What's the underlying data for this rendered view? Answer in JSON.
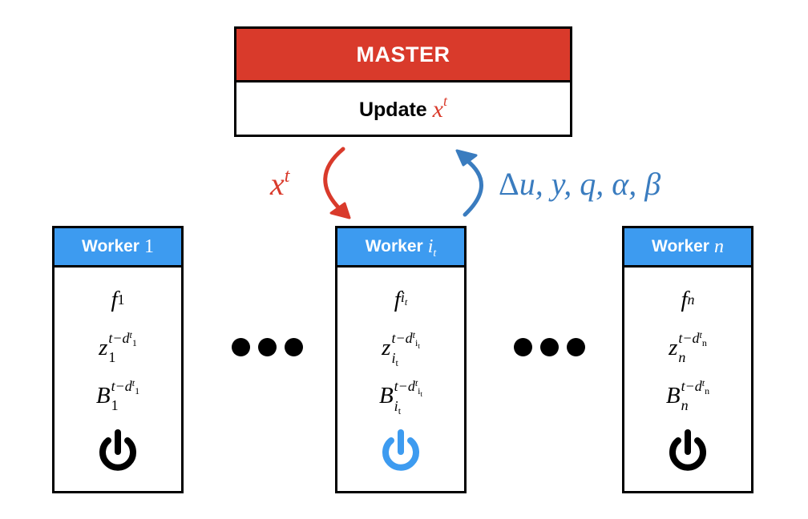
{
  "colors": {
    "master_header": "#d93a2b",
    "worker_header": "#3d9bf0",
    "down_arrow": "#d93a2b",
    "up_arrow": "#3a7cbf",
    "active_power": "#3d9bf0"
  },
  "master": {
    "title": "MASTER",
    "update_text": "Update",
    "update_var": "x",
    "update_sup": "t"
  },
  "arrows": {
    "down": {
      "label": "x",
      "sup": "t"
    },
    "up": {
      "label_delta": "Δ",
      "label_rest": "u, y, q, α, β"
    }
  },
  "workers": [
    {
      "header": "Worker",
      "index": "1",
      "f": "f",
      "f_sub": "1",
      "z": "z",
      "z_sub": "1",
      "b": "B",
      "b_sub": "1",
      "exp": "t−d",
      "exp_sup": "t",
      "exp_sub": "1",
      "power_icon": "power-icon",
      "active": false
    },
    {
      "header": "Worker",
      "index": "i",
      "index_sub": "t",
      "f": "f",
      "f_sub": "i",
      "f_subsub": "t",
      "z": "z",
      "z_sub": "i",
      "z_subsub": "t",
      "b": "B",
      "b_sub": "i",
      "b_subsub": "t",
      "exp": "t−d",
      "exp_sup": "t",
      "exp_sub": "i",
      "exp_subsub": "t",
      "power_icon": "power-icon",
      "active": true
    },
    {
      "header": "Worker",
      "index": "n",
      "f": "f",
      "f_sub": "n",
      "z": "z",
      "z_sub": "n",
      "b": "B",
      "b_sub": "n",
      "exp": "t−d",
      "exp_sup": "t",
      "exp_sub": "n",
      "power_icon": "power-icon",
      "active": false
    }
  ]
}
